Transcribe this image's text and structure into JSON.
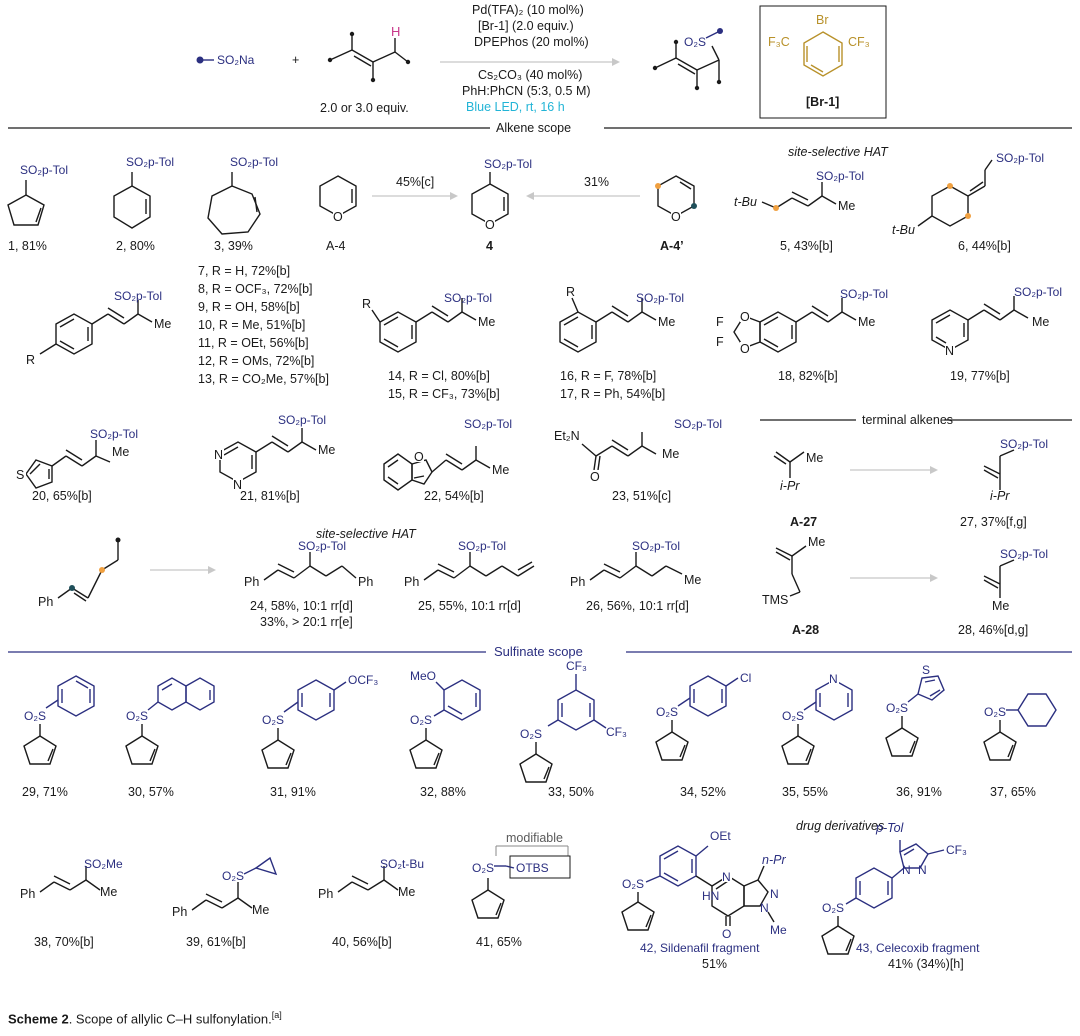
{
  "conditions": {
    "line1": "Pd(TFA)₂ (10 mol%)",
    "line2": "[Br-1] (2.0 equiv.)",
    "line3": "DPEPhos (20 mol%)",
    "line4": "Cs₂CO₃ (40 mol%)",
    "line5": "PhH:PhCN (5:3, 0.5 M)",
    "line6": "Blue LED, rt, 16 h",
    "alkene_equiv": "2.0 or 3.0 equiv.",
    "plus": "+",
    "reagent_label": "SO₂Na",
    "catalyst_label": "[Br-1]"
  },
  "sections": {
    "alkene_scope": "Alkene scope",
    "sulfinate_scope": "Sulfinate scope",
    "terminal_alkenes": "terminal alkenes",
    "site_selective_1": "site-selective HAT",
    "site_selective_2": "site-selective HAT",
    "modifiable": "modifiable",
    "drug_derivatives": "drug derivatives"
  },
  "labels": {
    "sulfonyl": "SO₂p-Tol",
    "arrow_A4": "45%[c]",
    "arrow_A4p": "31%",
    "c1": "1, 81%",
    "c2": "2, 80%",
    "c3": "3, 39%",
    "cA4": "A-4",
    "c4": "4",
    "cA4p": "A-4’",
    "c5": "5, 43%[b]",
    "c6": "6, 44%[b]",
    "c7": "7, R = H, 72%[b]",
    "c8": "8, R = OCF₃, 72%[b]",
    "c9": "9, R = OH, 58%[b]",
    "c10": "10, R = Me, 51%[b]",
    "c11": "11, R = OEt, 56%[b]",
    "c12": "12, R = OMs, 72%[b]",
    "c13": "13, R = CO₂Me, 57%[b]",
    "c14": "14, R = Cl, 80%[b]",
    "c15": "15, R = CF₃, 73%[b]",
    "c16": "16, R = F, 78%[b]",
    "c17": "17, R = Ph, 54%[b]",
    "c18": "18, 82%[b]",
    "c19": "19, 77%[b]",
    "c20": "20, 65%[b]",
    "c21": "21, 81%[b]",
    "c22": "22, 54%[b]",
    "c23": "23, 51%[c]",
    "cA27": "A-27",
    "c27": "27, 37%[f,g]",
    "c24a": "24, 58%, 10:1 rr[d]",
    "c24b": "33%, > 20:1 rr[e]",
    "c25": "25, 55%, 10:1 rr[d]",
    "c26": "26, 56%, 10:1 rr[d]",
    "cA28": "A-28",
    "c28": "28, 46%[d,g]",
    "c29": "29, 71%",
    "c30": "30, 57%",
    "c31": "31, 91%",
    "c32": "32, 88%",
    "c33": "33, 50%",
    "c34": "34, 52%",
    "c35": "35, 55%",
    "c36": "36, 91%",
    "c37": "37, 65%",
    "c38": "38, 70%[b]",
    "c39": "39, 61%[b]",
    "c40": "40, 56%[b]",
    "c41": "41, 65%",
    "c42a": "42, Sildenafil fragment",
    "c42b": "51%",
    "c43a": "43, Celecoxib fragment",
    "c43b": "41% (34%)[h]"
  },
  "caption": {
    "bold": "Scheme 2",
    "text": ". Scope of allylic C–H sulfonylation.",
    "note": "[a]"
  },
  "colors": {
    "navy": "#2b2f80",
    "gold": "#b8912a",
    "cyan": "#22b4d6",
    "orange": "#f0a040",
    "teal": "#1f4f5a",
    "magenta": "#c8388a"
  }
}
